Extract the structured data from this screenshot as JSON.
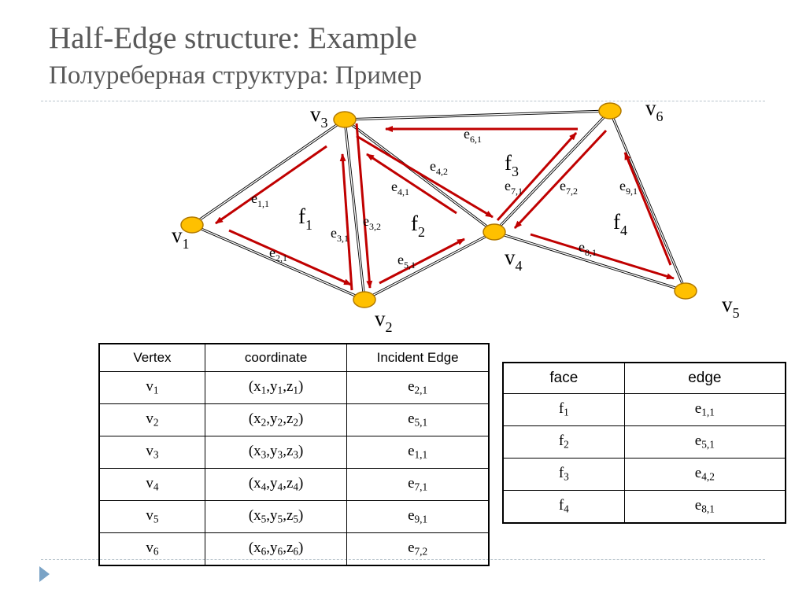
{
  "title": {
    "line1": "Half-Edge structure: Example",
    "line2": "Полуреберная структура: Пример"
  },
  "colors": {
    "arrow": "#c00000",
    "vertex_fill": "#ffc000",
    "vertex_stroke": "#b07800",
    "title": "#595959",
    "rule": "#b8c4cc"
  },
  "icons": {
    "bullet": "triangle-bullet-icon"
  },
  "diagram": {
    "vertices": [
      {
        "id": "v1",
        "base": "v",
        "sub": "1"
      },
      {
        "id": "v2",
        "base": "v",
        "sub": "2"
      },
      {
        "id": "v3",
        "base": "v",
        "sub": "3"
      },
      {
        "id": "v4",
        "base": "v",
        "sub": "4"
      },
      {
        "id": "v5",
        "base": "v",
        "sub": "5"
      },
      {
        "id": "v6",
        "base": "v",
        "sub": "6"
      }
    ],
    "edges": [
      [
        "v1",
        "v3"
      ],
      [
        "v1",
        "v2"
      ],
      [
        "v2",
        "v3"
      ],
      [
        "v2",
        "v4"
      ],
      [
        "v3",
        "v4"
      ],
      [
        "v3",
        "v6"
      ],
      [
        "v4",
        "v6"
      ],
      [
        "v4",
        "v5"
      ],
      [
        "v5",
        "v6"
      ]
    ],
    "half_edges": [
      {
        "base": "e",
        "sub": "1,1"
      },
      {
        "base": "e",
        "sub": "2,1"
      },
      {
        "base": "e",
        "sub": "3,1"
      },
      {
        "base": "e",
        "sub": "3,2"
      },
      {
        "base": "e",
        "sub": "4,1"
      },
      {
        "base": "e",
        "sub": "4,2"
      },
      {
        "base": "e",
        "sub": "5,1"
      },
      {
        "base": "e",
        "sub": "6,1"
      },
      {
        "base": "e",
        "sub": "7,1"
      },
      {
        "base": "e",
        "sub": "7,2"
      },
      {
        "base": "e",
        "sub": "8,1"
      },
      {
        "base": "e",
        "sub": "9,1"
      }
    ],
    "faces": [
      {
        "base": "f",
        "sub": "1"
      },
      {
        "base": "f",
        "sub": "2"
      },
      {
        "base": "f",
        "sub": "3"
      },
      {
        "base": "f",
        "sub": "4"
      }
    ]
  },
  "vertex_table": {
    "headers": [
      "Vertex",
      "coordinate",
      "Incident Edge"
    ],
    "rows": [
      {
        "vertex": "1",
        "coord": "1",
        "edge": "2,1"
      },
      {
        "vertex": "2",
        "coord": "2",
        "edge": "5,1"
      },
      {
        "vertex": "3",
        "coord": "3",
        "edge": "1,1"
      },
      {
        "vertex": "4",
        "coord": "4",
        "edge": "7,1"
      },
      {
        "vertex": "5",
        "coord": "5",
        "edge": "9,1"
      },
      {
        "vertex": "6",
        "coord": "6",
        "edge": "7,2"
      }
    ]
  },
  "face_table": {
    "headers": [
      "face",
      "edge"
    ],
    "rows": [
      {
        "face": "1",
        "edge": "1,1"
      },
      {
        "face": "2",
        "edge": "5,1"
      },
      {
        "face": "3",
        "edge": "4,2"
      },
      {
        "face": "4",
        "edge": "8,1"
      }
    ]
  }
}
